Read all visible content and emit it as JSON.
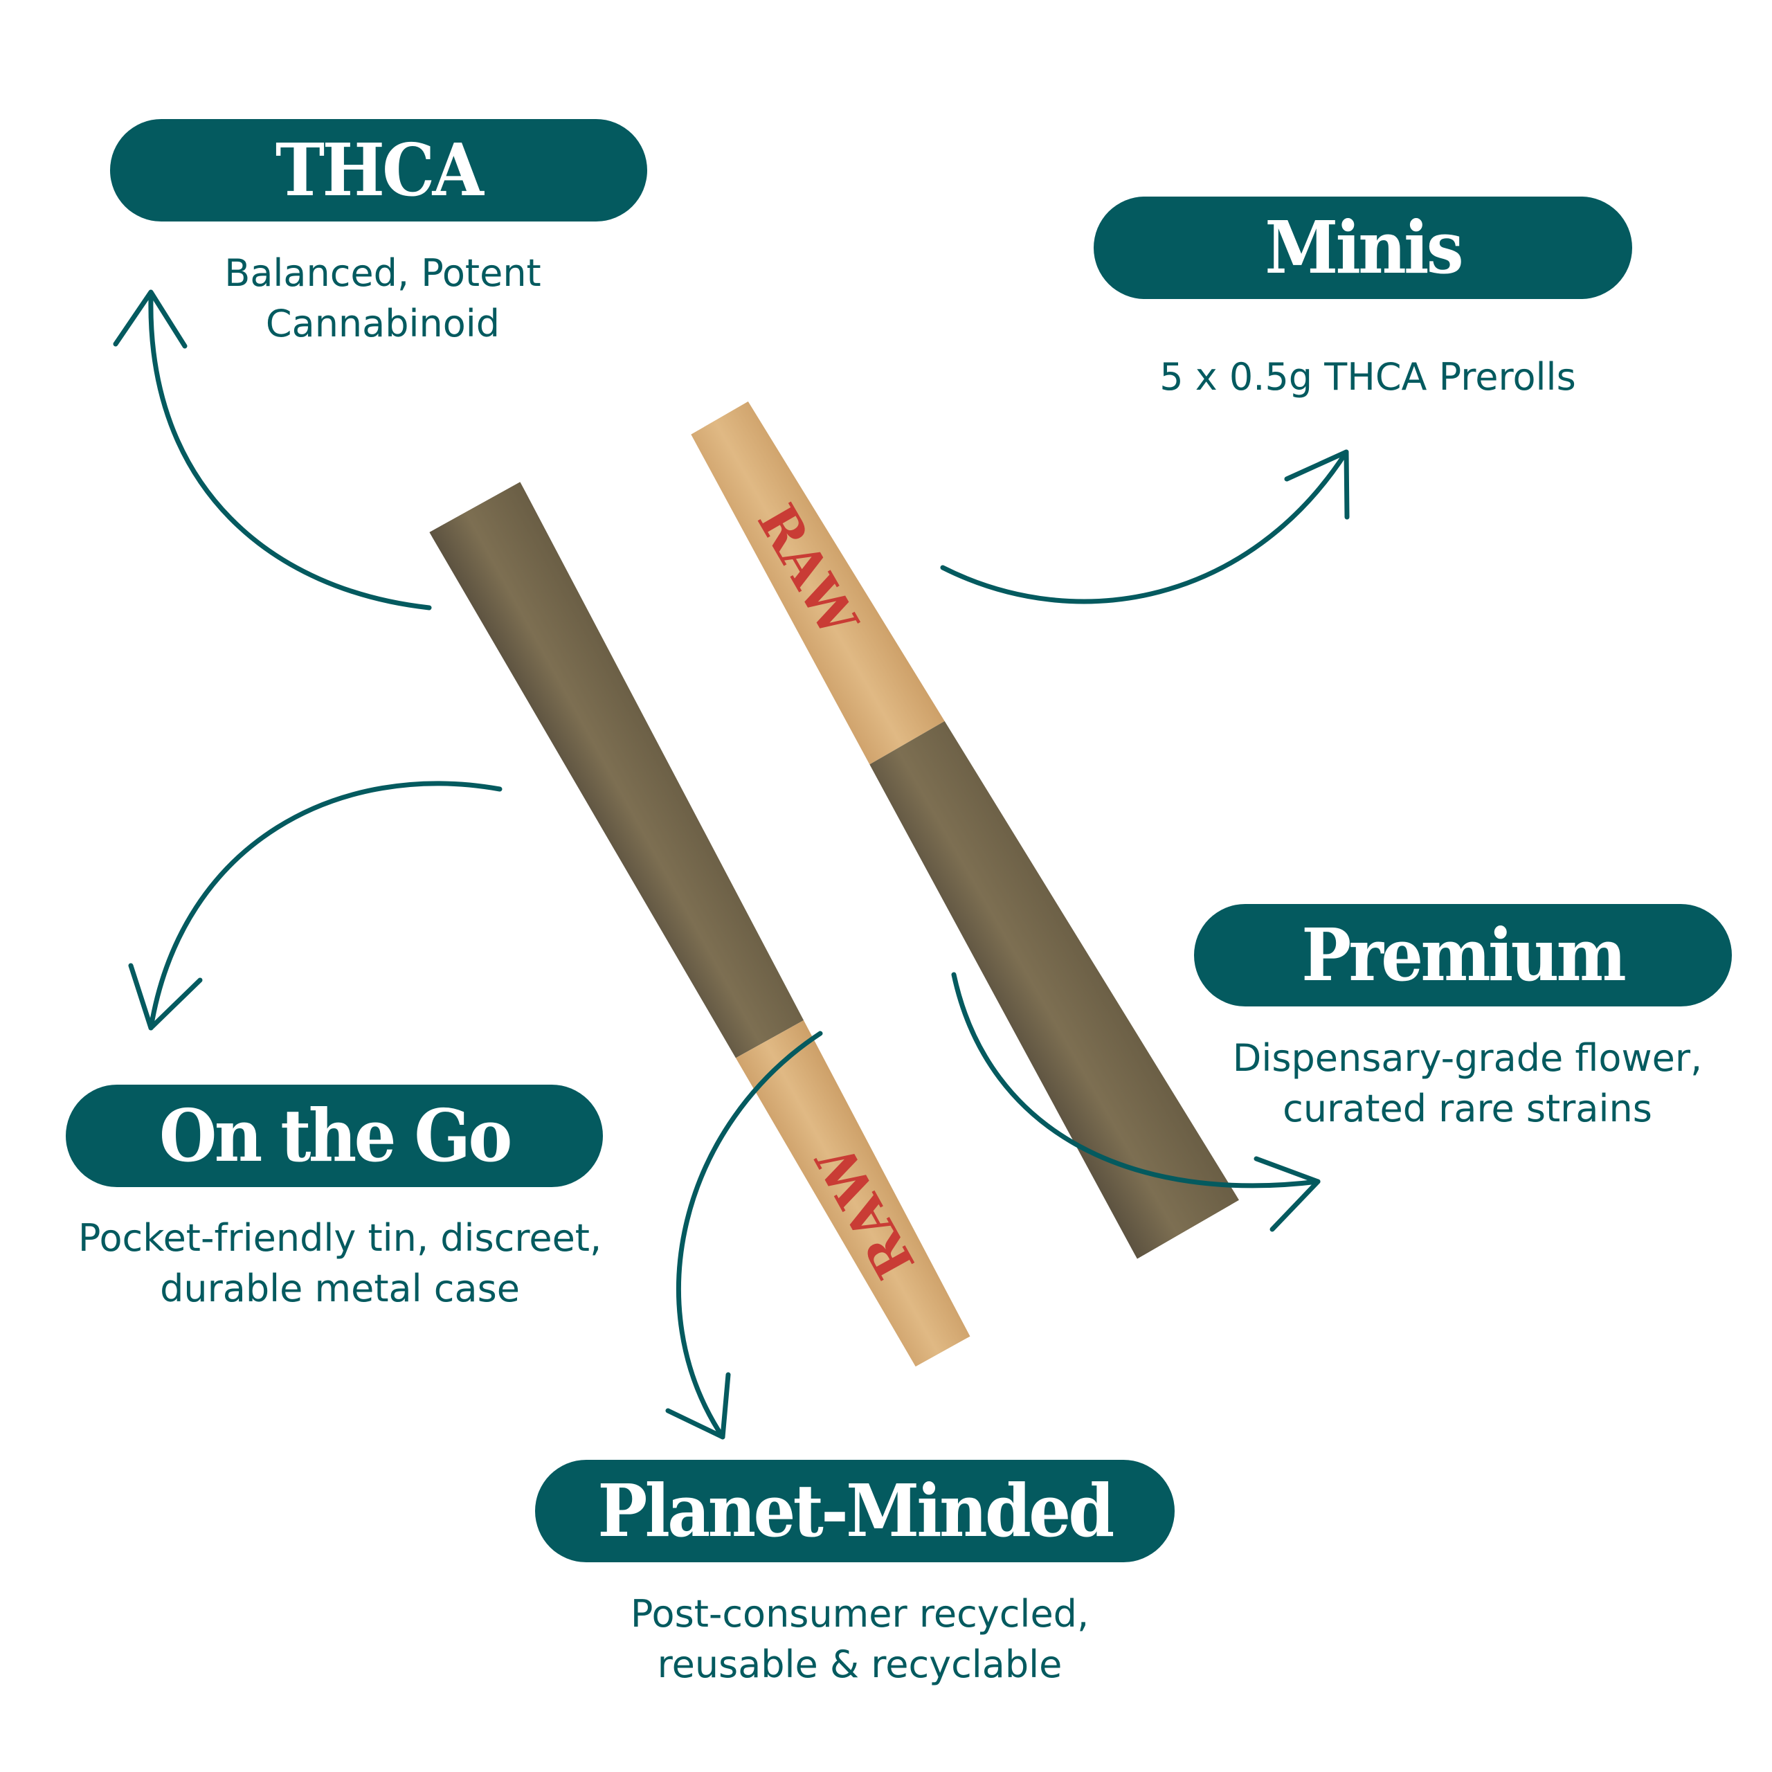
{
  "colors": {
    "brand": "#045a5f",
    "paper": "#d6ad78",
    "flower": "#6f634a",
    "logo": "#c93c35"
  },
  "features": {
    "thca": {
      "title": "THCA",
      "lines": [
        "Balanced, Potent",
        "Cannabinoid"
      ]
    },
    "minis": {
      "title": "Minis",
      "lines": [
        "5 x 0.5g THCA Prerolls"
      ]
    },
    "premium": {
      "title": "Premium",
      "lines": [
        "Dispensary-grade flower,",
        "curated rare strains"
      ]
    },
    "on_the_go": {
      "title": "On the Go",
      "lines": [
        "Pocket-friendly tin, discreet,",
        "durable metal case"
      ]
    },
    "planet": {
      "title": "Planet-Minded",
      "lines": [
        "Post-consumer recycled,",
        "reusable & recyclable"
      ]
    }
  },
  "product": {
    "logo_text": "RAW"
  }
}
